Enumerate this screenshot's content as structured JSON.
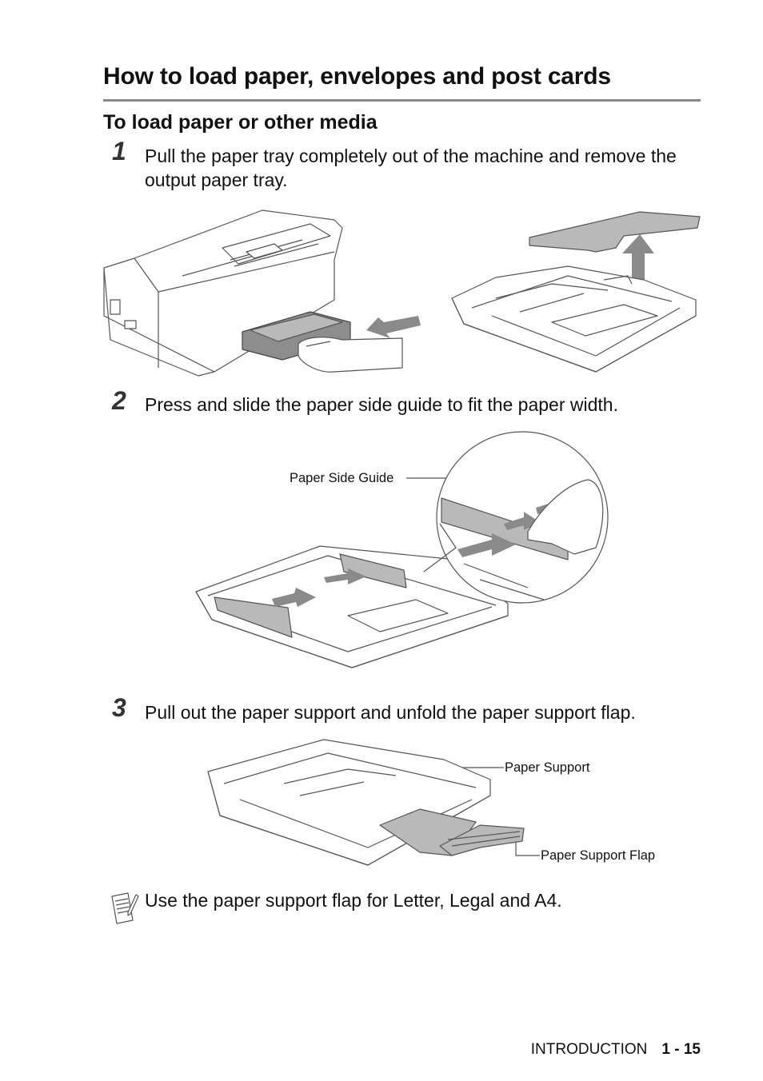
{
  "page": {
    "title": "How to load paper, envelopes and post cards",
    "subtitle": "To load paper or other media"
  },
  "steps": [
    {
      "number": "1",
      "text": "Pull the paper tray completely out of the machine and remove the output paper tray."
    },
    {
      "number": "2",
      "text": "Press and slide the paper side guide to fit the paper width."
    },
    {
      "number": "3",
      "text": "Pull out the paper support and unfold the paper support flap."
    }
  ],
  "callouts": {
    "paper_side_guide": "Paper Side Guide",
    "paper_support": "Paper Support",
    "paper_support_flap": "Paper Support Flap"
  },
  "note": {
    "icon": "note-pad-icon",
    "text": "Use the paper support flap for Letter, Legal and A4."
  },
  "footer": {
    "section": "INTRODUCTION",
    "page_number": "1 - 15"
  }
}
